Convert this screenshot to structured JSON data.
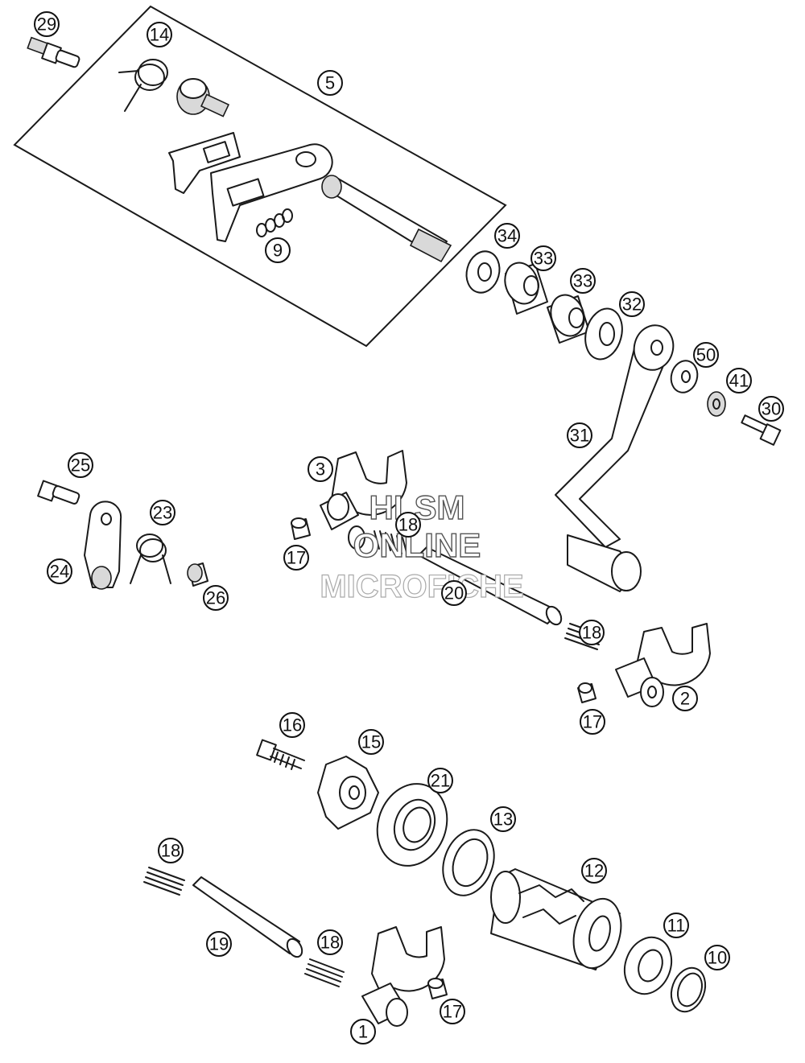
{
  "watermark": {
    "line1": "HLSM",
    "line2": "ONLINE",
    "line3": "MICROFICHE"
  },
  "callouts": [
    "29",
    "14",
    "5",
    "9",
    "34",
    "33",
    "33",
    "32",
    "50",
    "41",
    "30",
    "31",
    "25",
    "23",
    "24",
    "26",
    "3",
    "18",
    "17",
    "20",
    "18",
    "2",
    "17",
    "16",
    "15",
    "21",
    "13",
    "12",
    "18",
    "19",
    "18",
    "11",
    "10",
    "1",
    "17"
  ]
}
